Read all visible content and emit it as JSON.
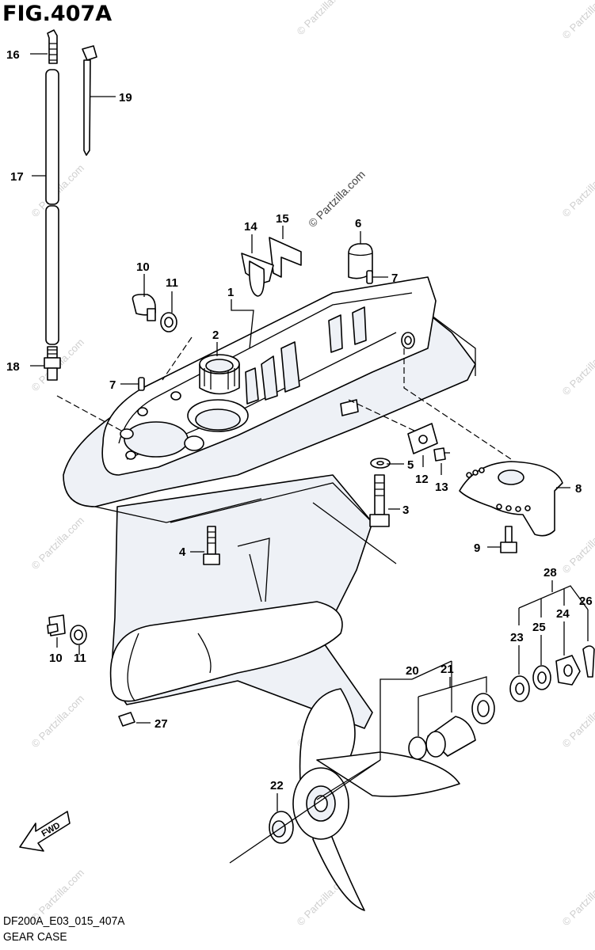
{
  "figure": {
    "title": "FIG.407A",
    "diagram_code": "DF200A_E03_015_407A",
    "section_name": "GEAR CASE",
    "watermark_text": "© Partzilla.com"
  },
  "callouts": [
    {
      "id": "c1",
      "text": "1"
    },
    {
      "id": "c2",
      "text": "2"
    },
    {
      "id": "c3",
      "text": "3"
    },
    {
      "id": "c4",
      "text": "4"
    },
    {
      "id": "c5",
      "text": "5"
    },
    {
      "id": "c6",
      "text": "6"
    },
    {
      "id": "c7a",
      "text": "7"
    },
    {
      "id": "c7b",
      "text": "7"
    },
    {
      "id": "c8",
      "text": "8"
    },
    {
      "id": "c9",
      "text": "9"
    },
    {
      "id": "c10a",
      "text": "10"
    },
    {
      "id": "c10b",
      "text": "10"
    },
    {
      "id": "c11a",
      "text": "11"
    },
    {
      "id": "c11b",
      "text": "11"
    },
    {
      "id": "c12",
      "text": "12"
    },
    {
      "id": "c13",
      "text": "13"
    },
    {
      "id": "c14",
      "text": "14"
    },
    {
      "id": "c15",
      "text": "15"
    },
    {
      "id": "c16",
      "text": "16"
    },
    {
      "id": "c17",
      "text": "17"
    },
    {
      "id": "c18",
      "text": "18"
    },
    {
      "id": "c19",
      "text": "19"
    },
    {
      "id": "c20",
      "text": "20"
    },
    {
      "id": "c21",
      "text": "21"
    },
    {
      "id": "c22",
      "text": "22"
    },
    {
      "id": "c23",
      "text": "23"
    },
    {
      "id": "c24",
      "text": "24"
    },
    {
      "id": "c25",
      "text": "25"
    },
    {
      "id": "c26",
      "text": "26"
    },
    {
      "id": "c27",
      "text": "27"
    },
    {
      "id": "c28",
      "text": "28"
    }
  ],
  "direction_marker": {
    "text": "FWD"
  },
  "colors": {
    "line": "#000000",
    "body_tint": "#eef1f6",
    "watermark": "#cfcfcf"
  }
}
